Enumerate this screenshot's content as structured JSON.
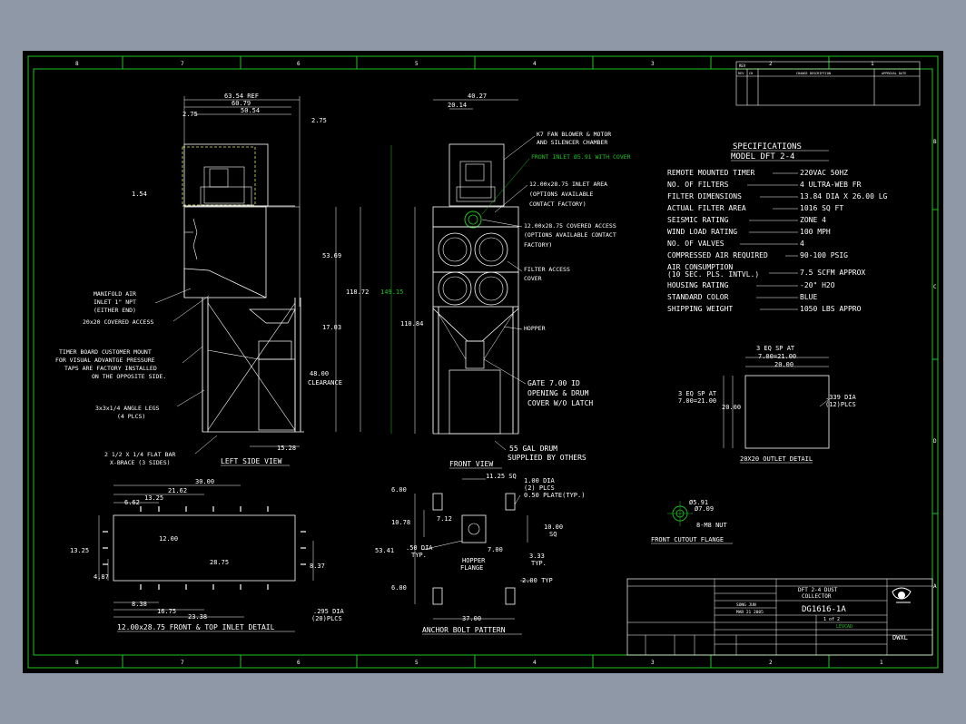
{
  "border": {
    "top_zones": [
      "8",
      "7",
      "6",
      "5",
      "4",
      "3",
      "2",
      "1"
    ],
    "bottom_zones": [
      "8",
      "7",
      "6",
      "5",
      "4",
      "3",
      "2",
      "1"
    ],
    "right_zones": [
      "B",
      "C",
      "D",
      "A"
    ]
  },
  "revision_block": {
    "rev_label": "REV",
    "col_rev": "REV",
    "col_ch": "CH",
    "col_desc": "CHANGE DESCRIPTION",
    "col_date": "APPROVAL DATE"
  },
  "specifications": {
    "heading": "SPECIFICATIONS",
    "model": "MODEL DFT 2-4",
    "rows": [
      {
        "label": "REMOTE MOUNTED TIMER",
        "value": "220VAC 50HZ"
      },
      {
        "label": "NO. OF FILTERS",
        "value": "4 ULTRA-WEB FR"
      },
      {
        "label": "FILTER DIMENSIONS",
        "value": "13.84 DIA X 26.00 LG"
      },
      {
        "label": "ACTUAL FILTER AREA",
        "value": "1016 SQ FT"
      },
      {
        "label": "SEISMIC RATING",
        "value": "ZONE 4"
      },
      {
        "label": "WIND LOAD RATING",
        "value": "100 MPH"
      },
      {
        "label": "NO. OF VALVES",
        "value": "4"
      },
      {
        "label": "COMPRESSED AIR REQUIRED",
        "value": "90-100 PSIG"
      },
      {
        "label": "AIR CONSUMPTION",
        "value": ""
      },
      {
        "label": "(10 SEC. PLS. INTVL.)",
        "value": "7.5 SCFM APPROX"
      },
      {
        "label": "HOUSING RATING",
        "value": "-20\" H2O"
      },
      {
        "label": "STANDARD COLOR",
        "value": "BLUE"
      },
      {
        "label": "SHIPPING WEIGHT",
        "value": "1050 LBS APPRO"
      }
    ]
  },
  "left_side_view": {
    "title": "LEFT SIDE VIEW",
    "dim_overall": "63.54 REF",
    "dim_mid": "60.79",
    "dim_inner": "50.54",
    "dim_left": "2.75",
    "dim_right": "2.75",
    "dim_small": "1.54",
    "dim_v1": "53.69",
    "dim_v2": "118.72",
    "dim_v3": "17.03",
    "dim_clear": "48.00",
    "clear_label": "CLEARANCE",
    "dim_foot": "15.28",
    "callouts": [
      "MANIFOLD AIR",
      "INLET 1\" NPT",
      "(EITHER END)",
      "20x20 COVERED ACCESS",
      "TIMER BOARD CUSTOMER MOUNT",
      "FOR VISUAL ADVANTGE PRESSURE",
      "TAPS ARE FACTORY INSTALLED",
      "ON THE OPPOSITE SIDE.",
      "3x3x1/4 ANGLE LEGS",
      "(4 PLCS)",
      "2 1/2 X 1/4 FLAT BAR",
      "X-BRACE (3 SIDES)"
    ]
  },
  "front_view": {
    "title": "FRONT VIEW",
    "dim_top": "40.27",
    "dim_half": "20.14",
    "dim_green": "149.15",
    "dim_tall": "110.84",
    "callouts": [
      "K7 FAN BLOWER & MOTOR",
      "AND SILENCER CHAMBER",
      "FRONT INLET Ø5.91 WITH COVER",
      "12.00x28.75 INLET AREA",
      "(OPTIONS AVAILABLE",
      "CONTACT FACTORY)",
      "12.00x28.75 COVERED ACCESS",
      "(OPTIONS AVAILABLE CONTACT",
      "FACTORY)",
      "FILTER ACCESS",
      "COVER",
      "HOPPER",
      "GATE 7.00 ID",
      "OPENING & DRUM",
      "COVER W/O LATCH",
      "55 GAL DRUM",
      "SUPPLIED BY OTHERS"
    ]
  },
  "inlet_detail": {
    "title": "12.00x28.75 FRONT & TOP INLET DETAIL",
    "d1": "30.00",
    "d2": "21.62",
    "d3": "13.25",
    "d4": "6.62",
    "d5": "12.00",
    "d6": "28.75",
    "d7": "13.25",
    "d8": "4.87",
    "d9": "8.37",
    "d10": "8.38",
    "d11": "16.75",
    "d12": "23.38",
    "hole_note_1": ".295 DIA",
    "hole_note_2": "(20)PLCS"
  },
  "anchor_pattern": {
    "title": "ANCHOR BOLT PATTERN",
    "d1": "11.25 SQ",
    "d2": "6.00",
    "d3": "10.78",
    "d4": "7.12",
    "d5": "53.41",
    "d6": "6.00",
    "d7": "37.00",
    "d8": "7.00",
    "d9": "10.00",
    "d9b": "SQ",
    "d10": "3.33",
    "d10b": "TYP.",
    "d11": "2.00 TYP",
    "note_a1": "1.00 DIA",
    "note_a2": "(2) PLCS",
    "note_a3": "0.50 PLATE(TYP.)",
    "note_b1": ".50 DIA",
    "note_b2": "TYP.",
    "flange1": "HOPPER",
    "flange2": "FLANGE"
  },
  "outlet_detail": {
    "title": "20X20 OUTLET DETAIL",
    "top_1": "3 EQ SP AT",
    "top_2": "7.00=21.00",
    "top_3": "20.00",
    "left_1": "3 EQ SP AT",
    "left_2": "7.00=21.00",
    "left_3": "20.00",
    "hole_1": ".339 DIA",
    "hole_2": "(12)PLCS"
  },
  "cutout_flange": {
    "title": "FRONT CUTOUT FLANGE",
    "d1": "Ø5.91",
    "d2": "Ø7.09",
    "d3": "8-M8 NUT"
  },
  "title_block": {
    "part_name_1": "DFT 2-4 DUST",
    "part_name_2": "COLLECTOR",
    "drawing_number": "DG1616-1A",
    "drawn_by": "SONG JUN",
    "date": "MAR 21 2005",
    "sheet": "1 of 2",
    "status": "LEVCAD",
    "code": "DWXL"
  }
}
